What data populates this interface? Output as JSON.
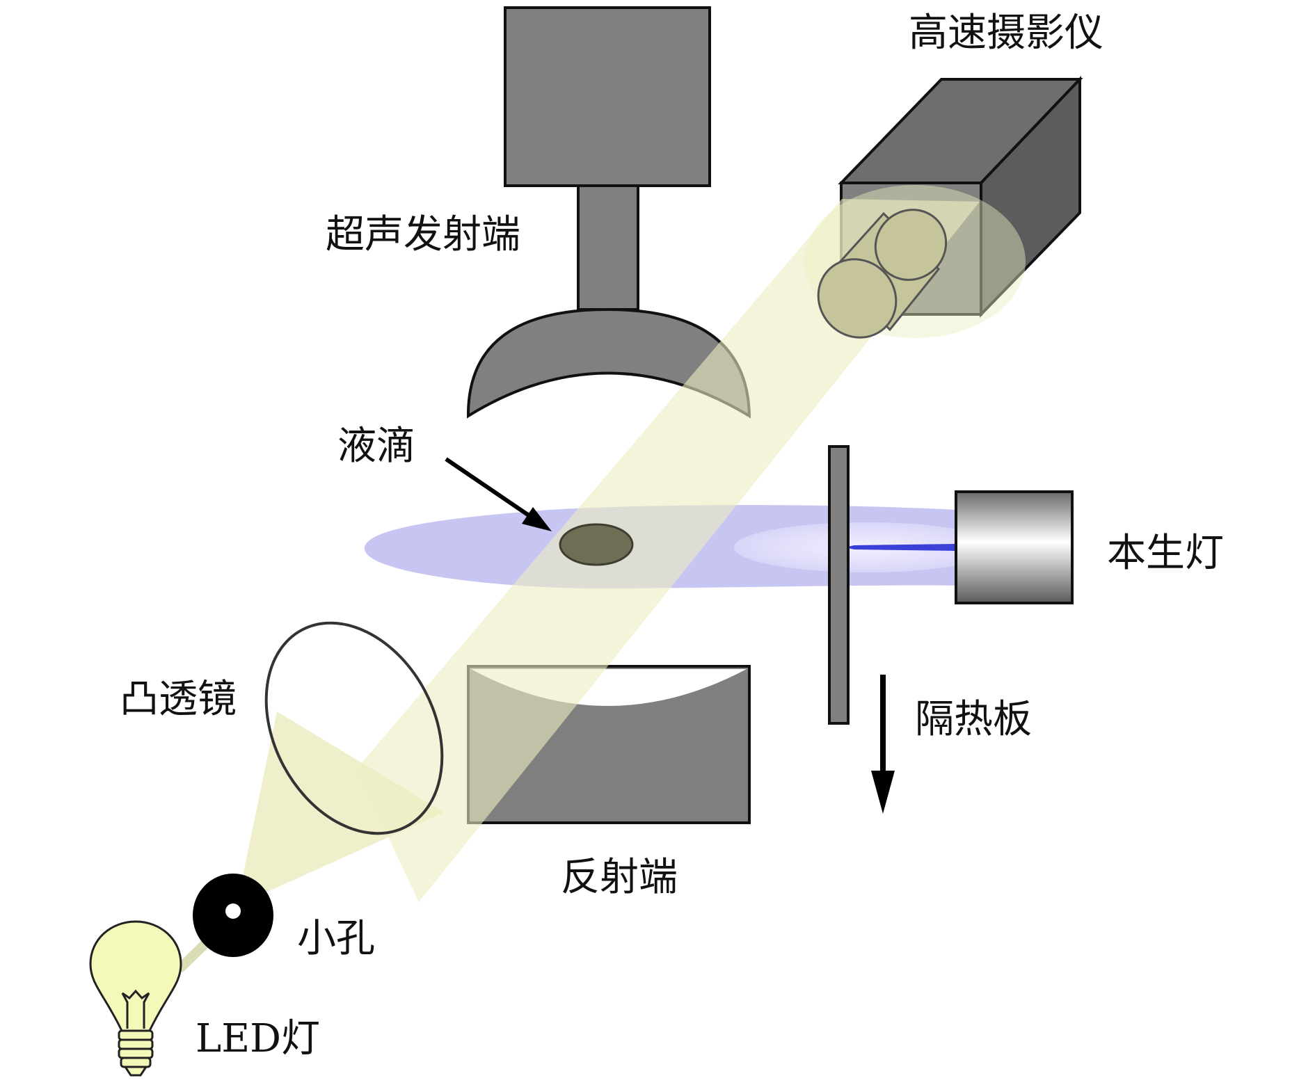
{
  "labels": {
    "camera": "高速摄影仪",
    "emitter": "超声发射端",
    "droplet": "液滴",
    "lamp": "本生灯",
    "lens": "凸透镜",
    "plate": "隔热板",
    "reflector": "反射端",
    "pinhole": "小孔",
    "led": "LED灯"
  },
  "colors": {
    "device_gray": "#808080",
    "device_dark": "#5c5c5c",
    "light_beam": "#ecedc2",
    "flame": "#c7c6f2",
    "droplet": "#6e6e55",
    "led_bulb": "#f4f8b8"
  }
}
